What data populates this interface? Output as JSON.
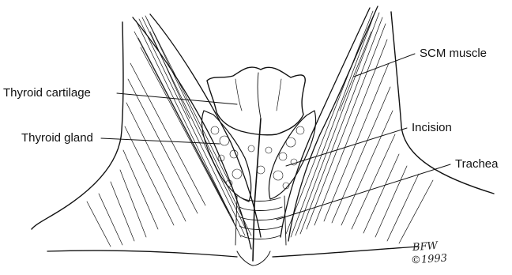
{
  "labels": {
    "thyroid_cartilage": "Thyroid cartilage",
    "thyroid_gland": "Thyroid gland",
    "scm_muscle": "SCM muscle",
    "incision": "Incision",
    "trachea": "Trachea"
  },
  "signature": {
    "initials": "BFW",
    "year": "©1993"
  },
  "colors": {
    "ink": "#111111",
    "background": "#ffffff"
  }
}
